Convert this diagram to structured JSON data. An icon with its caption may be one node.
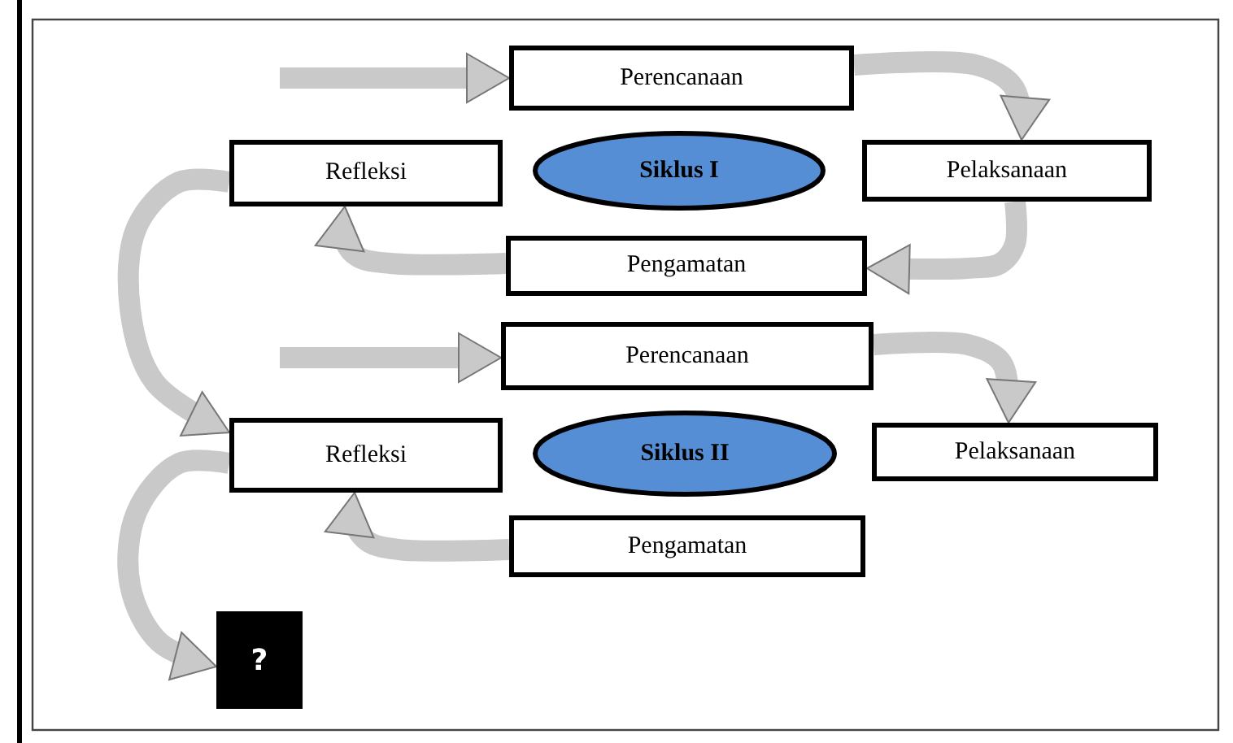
{
  "diagram": {
    "nodes": [
      {
        "text": [
          "Perencanaan"
        ]
      },
      {
        "text": [
          "Refleksi"
        ]
      },
      {
        "text": [
          "Siklus I"
        ]
      },
      {
        "text": [
          "Pelaksanaan"
        ]
      },
      {
        "text": [
          "Pengamatan"
        ]
      },
      {
        "text": [
          "Perencanaan"
        ]
      },
      {
        "text": [
          "Refleksi"
        ]
      },
      {
        "text": [
          "Siklus II"
        ]
      },
      {
        "text": [
          "Pelaksanaan"
        ]
      },
      {
        "text": [
          "Pengamatan"
        ]
      },
      {
        "text": [
          "?"
        ]
      }
    ],
    "edges": [
      {
        "from": null,
        "to": 0,
        "arrow": "to"
      },
      {
        "from": 0,
        "to": 3,
        "arrow": "to"
      },
      {
        "from": 3,
        "to": 4,
        "arrow": "to"
      },
      {
        "from": 4,
        "to": 1,
        "arrow": "to"
      },
      {
        "from": 1,
        "to": 6,
        "arrow": "to"
      },
      {
        "from": null,
        "to": 5,
        "arrow": "to"
      },
      {
        "from": 5,
        "to": 8,
        "arrow": "to"
      },
      {
        "from": 9,
        "to": 6,
        "arrow": "to"
      },
      {
        "from": 6,
        "to": 10,
        "arrow": "to"
      }
    ]
  }
}
